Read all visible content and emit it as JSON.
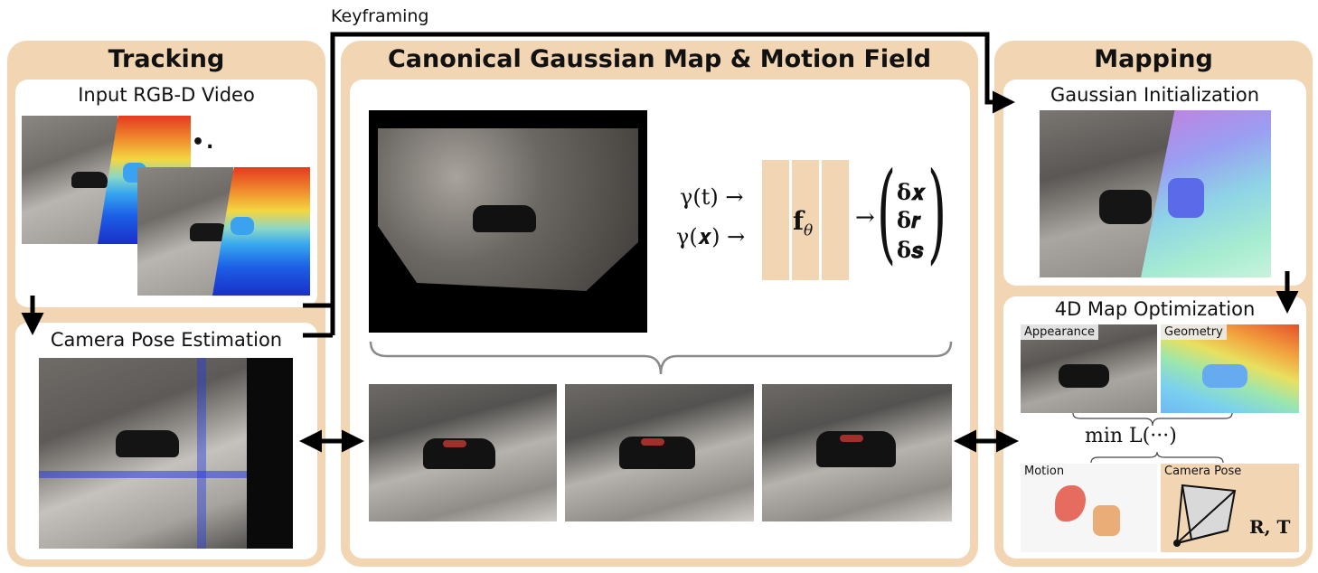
{
  "keyframing_label": "Keyframing",
  "tracking": {
    "title": "Tracking",
    "input_label": "Input RGB-D Video",
    "ellipsis": "•.",
    "pose_label": "Camera Pose Estimation"
  },
  "canonical": {
    "title": "Canonical Gaussian Map & Motion Field",
    "input_t": "γ(t) →",
    "input_x": "γ(𝒙) →",
    "network": "f",
    "network_sub": "θ",
    "arrow_out": "→",
    "out_dx": "δ𝒙",
    "out_dr": "δ𝒓",
    "out_ds": "δ𝒔"
  },
  "mapping": {
    "title": "Mapping",
    "init_label": "Gaussian Initialization",
    "opt_label": "4D Map Optimization",
    "tag_appearance": "Appearance",
    "tag_geometry": "Geometry",
    "tag_motion": "Motion",
    "tag_pose": "Camera Pose",
    "loss": "min L(···)",
    "pose_rt": "R, T"
  },
  "colors": {
    "panel": "#f2d6b4",
    "panel_inner": "#ffffff",
    "network_block": "#f2d6b4"
  }
}
